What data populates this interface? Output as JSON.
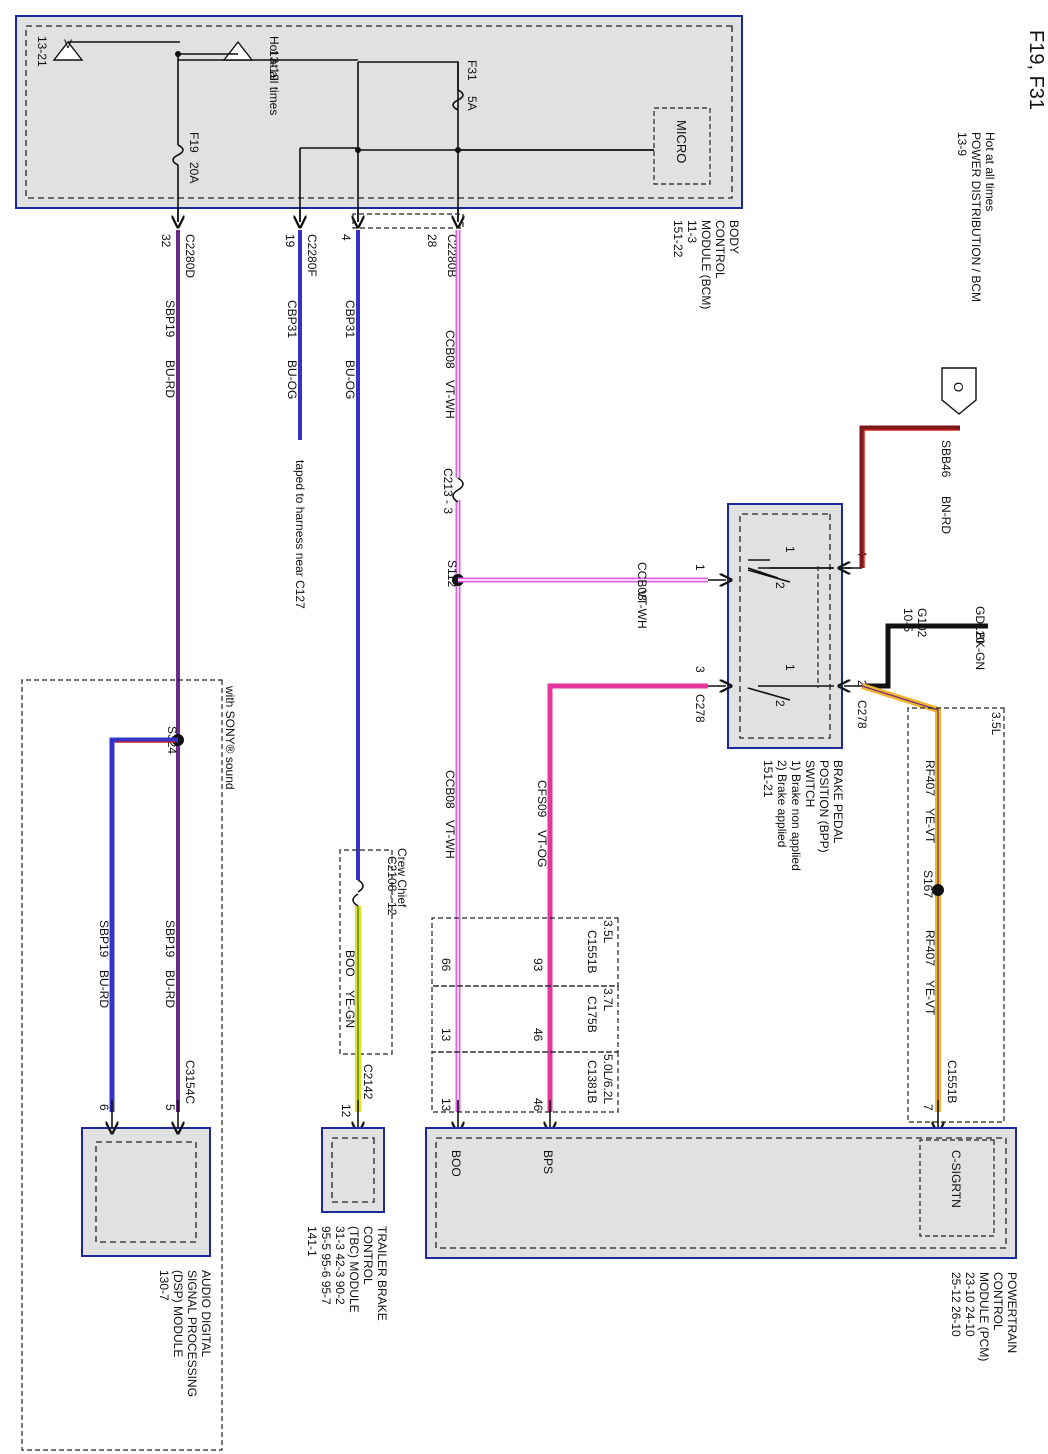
{
  "header": {
    "title": "F19, F31"
  },
  "sources": {
    "power_distribution": [
      "Hot at all times",
      "POWER DISTRIBUTION / BCM",
      "13-9"
    ],
    "hot_at_all_times": [
      "Hot at all times",
      "13-19"
    ],
    "ref_13_21": "13-21",
    "connector_o": "O"
  },
  "fuses": {
    "f19": {
      "name": "F19",
      "rating": "20A"
    },
    "f31": {
      "name": "F31",
      "rating": "5A"
    }
  },
  "modules": {
    "bcm": {
      "label": [
        "BODY",
        "CONTROL",
        "MODULE (BCM)",
        "11-3",
        "151-22"
      ],
      "micro": "MICRO"
    },
    "bpp": {
      "label": [
        "BRAKE PEDAL",
        "POSITION (BPP)",
        "SWITCH",
        "1) Brake non applied",
        "2) Brake applied",
        "151-21"
      ]
    },
    "pcm": {
      "label": [
        "POWERTRAIN",
        "CONTROL",
        "MODULE (PCM)",
        "23-10   24-10",
        "25-12   26-10"
      ],
      "pins": [
        "C-SIGRTN",
        "BPS",
        "BOO"
      ]
    },
    "tbc": {
      "label": [
        "TRAILER BRAKE",
        "CONTROL",
        "(TBC) MODULE",
        "31-3    42-3    90-2",
        "95-5    95-6    95-7",
        "141-1"
      ]
    },
    "dsp": {
      "label": [
        "AUDIO DIGITAL",
        "SIGNAL PROCESSING",
        "(DSP) MODULE",
        "130-7"
      ]
    }
  },
  "wires": {
    "sbb46": {
      "circuit": "SBB46",
      "color": "BN-RD"
    },
    "gd120": {
      "circuit": "GD120",
      "color": "BK-GN"
    },
    "ground": {
      "name": "G102",
      "ref": "10-5"
    },
    "rf407": {
      "circuit": "RF407",
      "color": "YE-VT"
    },
    "ccb08": {
      "circuit": "CCB08",
      "color": "VT-WH"
    },
    "cfs09": {
      "circuit": "CFS09",
      "color": "VT-OG"
    },
    "cbp31": {
      "circuit": "CBP31",
      "color": "BU-OG"
    },
    "boo": {
      "circuit": "BOO",
      "color": "YE-GN"
    },
    "sbp19": {
      "circuit": "SBP19",
      "color": "BU-RD"
    },
    "taped_note": "taped to harness near C127"
  },
  "connectors": {
    "c2280b": "C2280B",
    "c2280f": "C2280F",
    "c2280d": "C2280D",
    "c213": "C213 - 3",
    "c278": "C278",
    "c1551b": "C1551B",
    "c175b": "C175B",
    "c1381b": "C1381B",
    "c2108": "C2108 - 12",
    "c2142": "C2142",
    "c3154c": "C3154C",
    "s112": "S112",
    "s167": "S167",
    "s324": "S324"
  },
  "pins": {
    "bcm_28": "28",
    "bcm_4": "4",
    "bcm_19": "19",
    "bcm_32": "32",
    "bpp_4": "4",
    "bpp_2": "2",
    "bpp_1": "1",
    "bpp_3": "3",
    "sw_1a": "1",
    "sw_2a": "2",
    "sw_1b": "1",
    "sw_2b": "2",
    "pcm_7": "7",
    "pcm_46": "46",
    "pcm_13": "13",
    "c1551b_93": "93",
    "c1551b_66": "66",
    "c175b_46": "46",
    "c175b_13": "13",
    "tbc_12": "12",
    "dsp_5": "5",
    "dsp_6": "6"
  },
  "variants": {
    "v35_rf407": "3.5L",
    "v35": "3.5L",
    "v37": "3.7L",
    "v50": "5.0L/6.2L",
    "crew_chief": "Crew Chief",
    "sony": "with SONY® sound"
  },
  "colors": {
    "module_border": "#1a2a9a",
    "module_fill": "#e1e1e1",
    "wire_bn_rd_1": "#7a1a1a",
    "wire_bn_rd_2": "#d8221a",
    "wire_vt_wh": "#e060e6",
    "wire_vt_og": "#e6339e",
    "wire_bu_og": "#3333cc",
    "wire_bu_rd": "#6a2a8c",
    "wire_ye_vt": "#f2b428",
    "wire_ye_gn": "#e6e020"
  }
}
